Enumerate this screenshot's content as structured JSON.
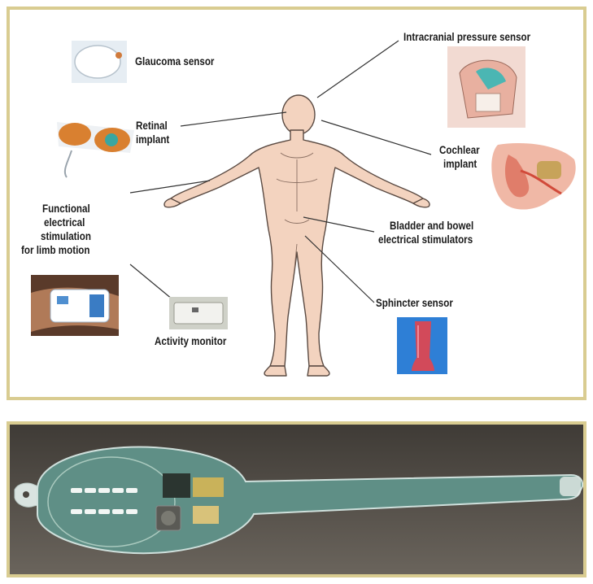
{
  "figure": {
    "labels": {
      "glaucoma": "Glaucoma sensor",
      "intracranial": "Intracranial pressure sensor",
      "retinal_line1": "Retinal",
      "retinal_line2": "implant",
      "cochlear_line1": "Cochlear",
      "cochlear_line2": "implant",
      "fes_line1": "Functional",
      "fes_line2": "electrical",
      "fes_line3": "stimulation",
      "fes_line4": "for limb motion",
      "bladder_line1": "Bladder and bowel",
      "bladder_line2": "electrical stimulators",
      "sphincter": "Sphincter sensor",
      "activity": "Activity monitor"
    },
    "colors": {
      "frame": "#d9cc91",
      "skin": "#f3d3bf",
      "outline": "#5a4a42",
      "board": "#5f8f86"
    }
  }
}
